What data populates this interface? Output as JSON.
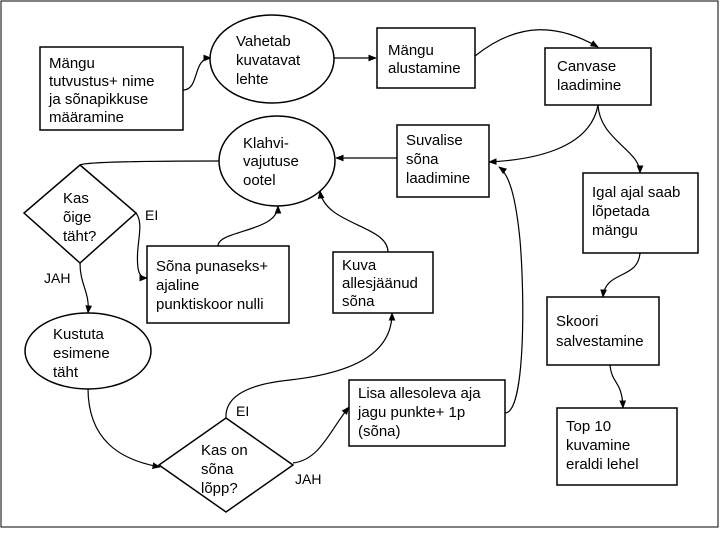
{
  "nodes": {
    "game_intro": [
      "Mängu",
      "tutvustus+ nime",
      "ja sõnapikkuse",
      "määramine"
    ],
    "switch_page": [
      "Vahetab",
      "kuvatavat",
      "lehte"
    ],
    "game_start": [
      "Mängu",
      "alustamine"
    ],
    "canvas_load": [
      "Canvase",
      "laadimine"
    ],
    "random_word": [
      "Suvalise",
      "sõna",
      "laadimine"
    ],
    "key_wait": [
      "Klahvi-",
      "vajutuse",
      "ootel"
    ],
    "right_letter": [
      "Kas",
      "õige",
      "täht?"
    ],
    "word_red": [
      "Sõna punaseks+",
      "ajaline",
      "punktiskoor nulli"
    ],
    "show_remaining": [
      "Kuva",
      "allesjäänud",
      "sõna"
    ],
    "delete_first": [
      "Kustuta",
      "esimene",
      "täht"
    ],
    "word_end": [
      "Kas on",
      "sõna",
      "lõpp?"
    ],
    "add_points": [
      "Lisa allesoleva aja",
      "jagu punkte+ 1p",
      "(sõna)"
    ],
    "quit_anytime": [
      "Igal ajal saab",
      "lõpetada",
      "mängu"
    ],
    "save_score": [
      "Skoori",
      "salvestamine"
    ],
    "top10": [
      "Top 10",
      "kuvamine",
      "eraldi lehel"
    ]
  },
  "labels": {
    "ei_right": "EI",
    "jah_right": "JAH",
    "ei_end": "EI",
    "jah_end": "JAH"
  }
}
